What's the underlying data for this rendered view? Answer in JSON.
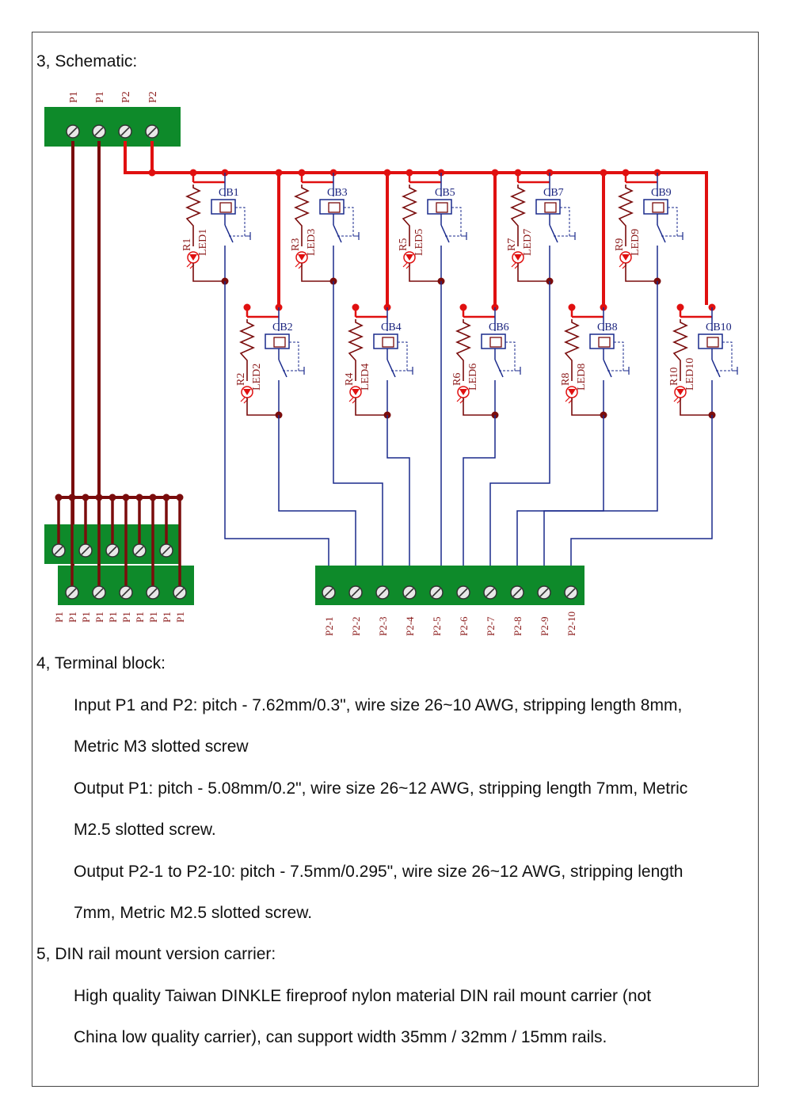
{
  "sections": {
    "schematic_heading": "3, Schematic:",
    "terminal_heading": "4, Terminal block:",
    "din_heading": "5, DIN rail mount version carrier:"
  },
  "terminal_lines": [
    "Input P1 and P2: pitch - 7.62mm/0.3\", wire size 26~10 AWG, stripping length 8mm,",
    "Metric M3 slotted screw",
    "Output P1: pitch - 5.08mm/0.2\", wire size 26~12 AWG, stripping length 7mm, Metric",
    "M2.5 slotted screw.",
    "Output P2-1 to P2-10: pitch - 7.5mm/0.295\", wire size 26~12 AWG, stripping length",
    "7mm, Metric M2.5 slotted screw."
  ],
  "din_lines": [
    "High quality Taiwan DINKLE fireproof nylon material DIN rail mount carrier (not",
    "China low quality carrier), can support width 35mm / 32mm / 15mm rails."
  ],
  "diagram": {
    "input_labels": [
      "P1",
      "P1",
      "P2",
      "P2"
    ],
    "p1_output_labels": [
      "P1",
      "P1",
      "P1",
      "P1",
      "P1",
      "P1",
      "P1",
      "P1",
      "P1",
      "P1"
    ],
    "p2_output_labels": [
      "P2-1",
      "P2-2",
      "P2-3",
      "P2-4",
      "P2-5",
      "P2-6",
      "P2-7",
      "P2-8",
      "P2-9",
      "P2-10"
    ],
    "channels": [
      {
        "r": "R1",
        "led": "LED1",
        "cb": "CB1"
      },
      {
        "r": "R2",
        "led": "LED2",
        "cb": "CB2"
      },
      {
        "r": "R3",
        "led": "LED3",
        "cb": "CB3"
      },
      {
        "r": "R4",
        "led": "LED4",
        "cb": "CB4"
      },
      {
        "r": "R5",
        "led": "LED5",
        "cb": "CB5"
      },
      {
        "r": "R6",
        "led": "LED6",
        "cb": "CB6"
      },
      {
        "r": "R7",
        "led": "LED7",
        "cb": "CB7"
      },
      {
        "r": "R8",
        "led": "LED8",
        "cb": "CB8"
      },
      {
        "r": "R9",
        "led": "LED9",
        "cb": "CB9"
      },
      {
        "r": "R10",
        "led": "LED10",
        "cb": "CB10"
      }
    ],
    "colors": {
      "terminal_green": "#0e8a2a",
      "p1_wire": "#7a0c0c",
      "p2_bus": "#e01010",
      "signal_wire": "#1a2a8c",
      "led_red": "#e01010"
    }
  }
}
